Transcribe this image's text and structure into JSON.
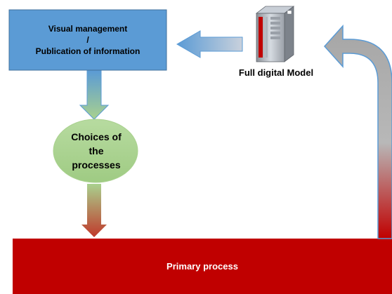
{
  "diagram": {
    "visual_management": {
      "line1": "Visual management",
      "line2": "/",
      "line3": "Publication of  information"
    },
    "full_digital_model": {
      "label": "Full digital Model",
      "icon": "server-tower-icon"
    },
    "choices": {
      "line1": "Choices of",
      "line2": "the",
      "line3": "processes"
    },
    "primary_process": {
      "label": "Primary process"
    },
    "colors": {
      "blue_box": "#5b9bd5",
      "blue_box_border": "#41719c",
      "green_circle": "#a9d18e",
      "primary_red": "#c00000",
      "gray_arrow": "#a6a6a6",
      "arrow_border": "#5b9bd5"
    }
  }
}
